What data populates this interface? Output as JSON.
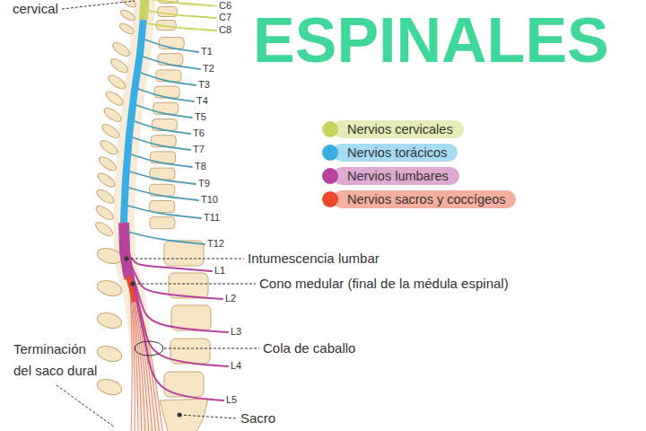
{
  "diagram": {
    "title": "ESPINALES",
    "labels": [
      "cervical",
      "C6",
      "C7",
      "C8",
      "T1",
      "T2",
      "T3",
      "T4",
      "T5",
      "T6",
      "T7",
      "T8",
      "T9",
      "T10",
      "T11",
      "T12",
      "Intumescencia lumbar",
      "L1",
      "Cono medular (final de la médula espinal)",
      "L2",
      "L3",
      "Cola de caballo",
      "L4",
      "Terminación del saco dural",
      "L5",
      "Sacro"
    ],
    "legend": [
      {
        "text": "Nervios cervicales",
        "color": "#c8d45f"
      },
      {
        "text": "Nervios torácicos",
        "color": "#3aaee3"
      },
      {
        "text": "Nervios lumbares",
        "color": "#b7439c"
      },
      {
        "text": "Nervios sacros y coccígeos",
        "color": "#ea4a2b"
      }
    ]
  }
}
